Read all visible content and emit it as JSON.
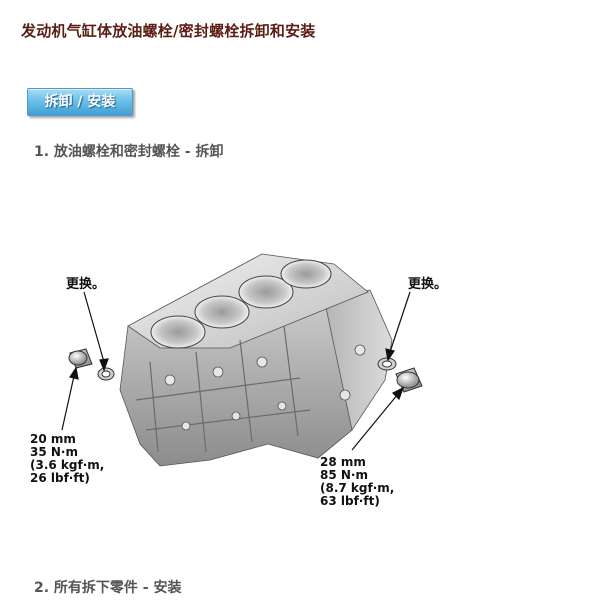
{
  "page": {
    "title": "发动机气缸体放油螺栓/密封螺栓拆卸和安装",
    "badge": "拆卸 / 安装"
  },
  "steps": [
    {
      "label": "1. 放油螺栓和密封螺栓 - 拆卸"
    },
    {
      "label": "2. 所有拆下零件 - 安装"
    }
  ],
  "figure": {
    "left_callout": {
      "replace": "更换。",
      "size": "20 mm",
      "torque_nm": "35 N·m",
      "torque_kgf": "(3.6 kgf·m,",
      "torque_lbf": "26 lbf·ft)"
    },
    "right_callout": {
      "replace": "更换。",
      "size": "28 mm",
      "torque_nm": "85 N·m",
      "torque_kgf": "(8.7 kgf·m,",
      "torque_lbf": "63 lbf·ft)"
    },
    "icons": [
      "engine-block-illustration",
      "drain-bolt-icon",
      "sealing-washer-icon"
    ]
  }
}
